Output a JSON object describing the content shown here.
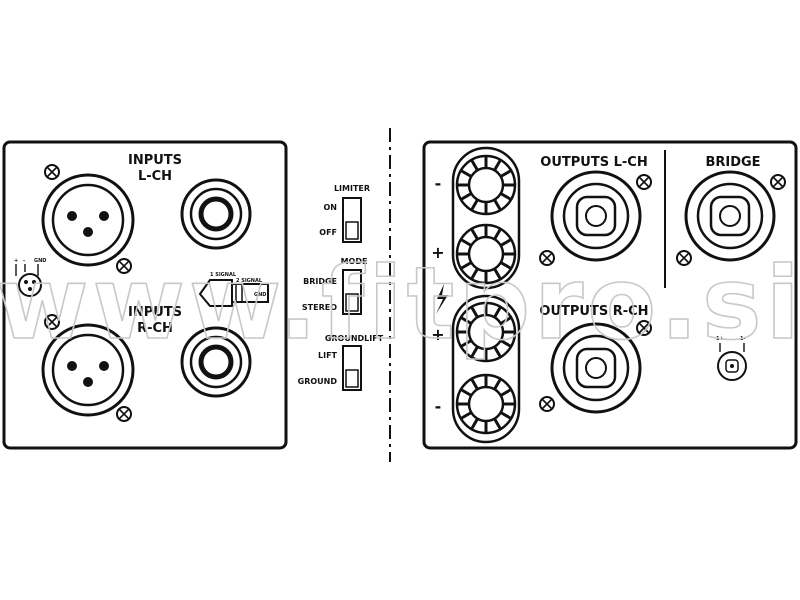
{
  "left_panel": {
    "inputs_lch": [
      "INPUTS",
      "L-CH"
    ],
    "inputs_rch": [
      "INPUTS",
      "R-CH"
    ],
    "pin_labels": [
      "+",
      "-",
      "GND"
    ],
    "jack_note": [
      "1 SIGNAL",
      "2 SIGNAL",
      "GND"
    ]
  },
  "switches": {
    "limiter": {
      "title": "LIMITER",
      "on": "ON",
      "off": "OFF"
    },
    "mode": {
      "title": "MODE",
      "bridge": "BRIDGE",
      "stereo": "STEREO"
    },
    "groundlift": {
      "title": "GROUNDLIFT",
      "lift": "LIFT",
      "ground": "GROUND"
    }
  },
  "right_panel": {
    "outputs_lch": "OUTPUTS L-CH",
    "outputs_rch": "OUTPUTS R-CH",
    "bridge": "BRIDGE",
    "terminal_signs": [
      "-",
      "+",
      "+",
      "-"
    ],
    "bridge_pins": [
      "1+",
      "1-"
    ]
  },
  "watermark": "www.fitpro.si"
}
